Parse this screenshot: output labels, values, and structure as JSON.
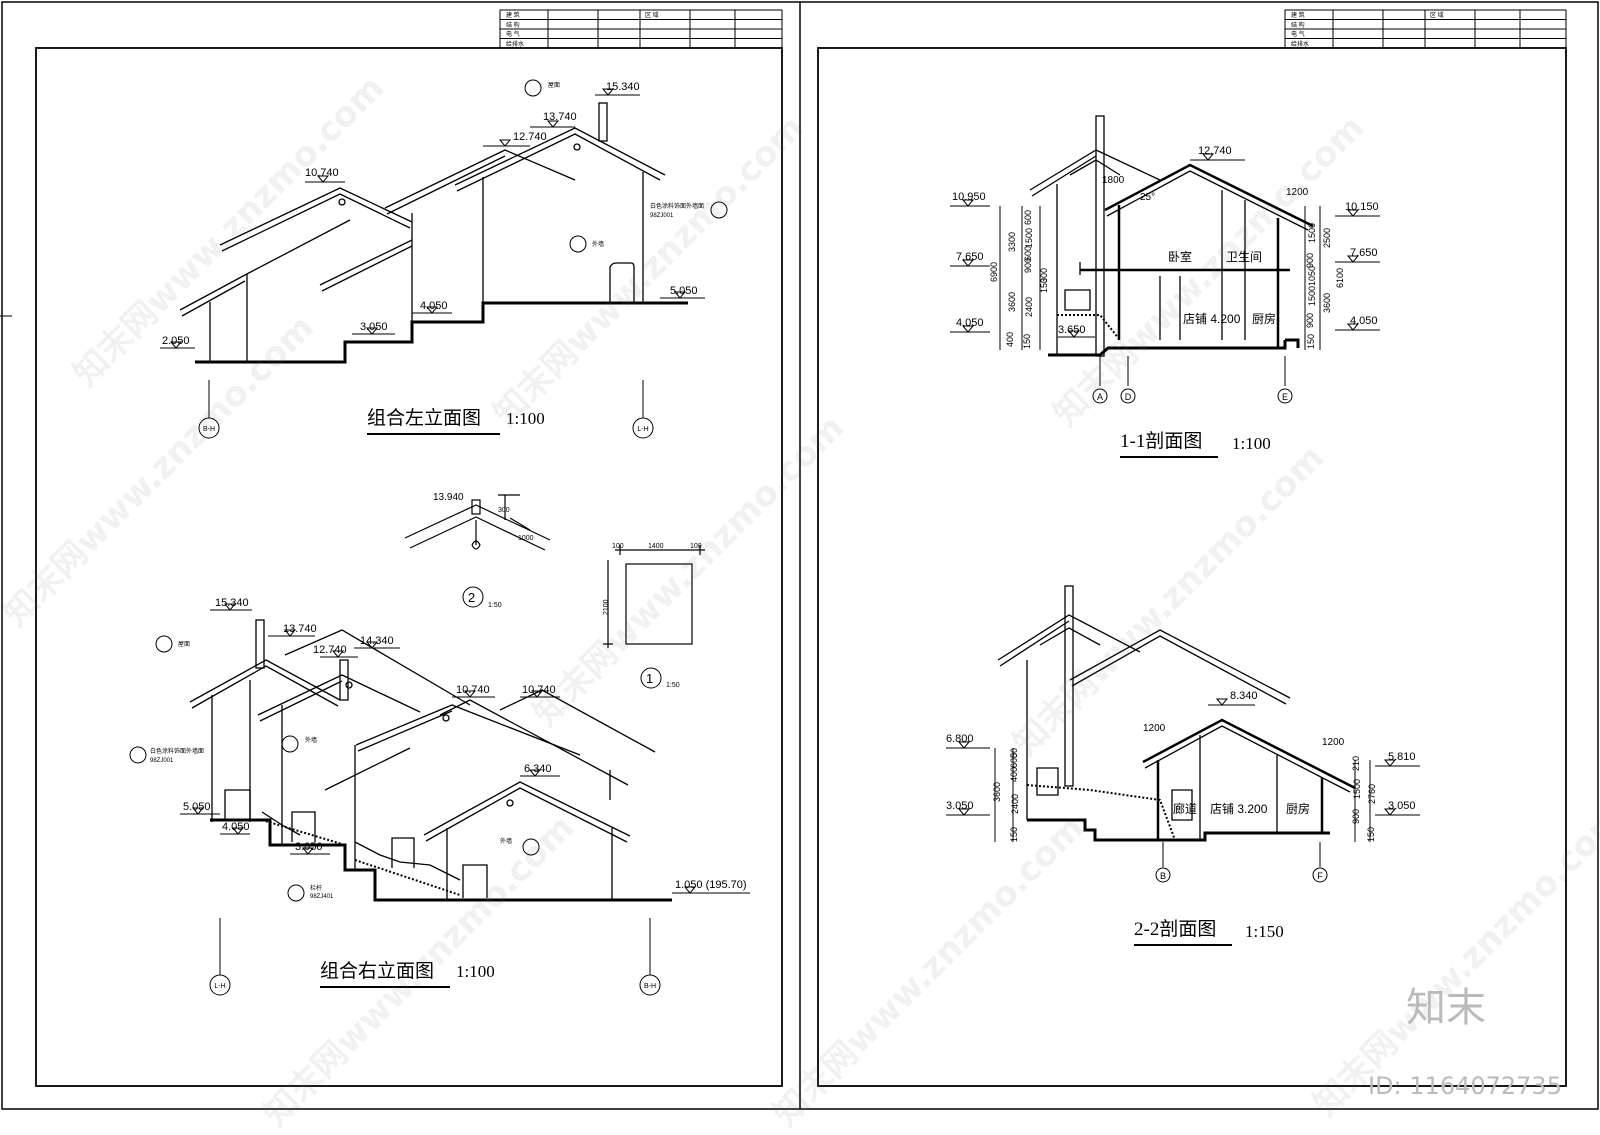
{
  "drawings": {
    "left_elevation": {
      "title": "组合左立面图",
      "scale": "1:100",
      "levels": [
        "2.050",
        "3.050",
        "4.050",
        "5.050",
        "10.740",
        "12.740",
        "13.740",
        "15.340"
      ],
      "axis_left": "B-H",
      "axis_right": "L-H"
    },
    "right_elevation": {
      "title": "组合右立面图",
      "scale": "1:100",
      "levels": [
        "15.340",
        "13.740",
        "12.740",
        "14.340",
        "10.740",
        "10.740",
        "6.340",
        "5.050",
        "4.050",
        "3.050",
        "1.050 (195.70)"
      ],
      "axis_left": "L-H",
      "axis_right": "B-H"
    },
    "detail_2": {
      "marker": "2",
      "scale": "1:50",
      "level": "13.940",
      "dim_a": "300",
      "dim_b": "1000"
    },
    "detail_1": {
      "marker": "1",
      "scale": "1:50",
      "dims_top": [
        "100",
        "1400",
        "100"
      ],
      "dim_side": "2100",
      "dim_top_side": "100"
    },
    "section_1_1": {
      "title": "1-1剖面图",
      "scale": "1:100",
      "levels": [
        "12.740",
        "10.950",
        "7.650",
        "4.050",
        "3.650",
        "10.150",
        "7.650",
        "4.050"
      ],
      "rooms": [
        "卧室",
        "卫生间",
        "店铺 4.200",
        "厨房"
      ],
      "dims_left_outer": [
        "3300",
        "6900",
        "3600",
        "400"
      ],
      "dims_left_inner": [
        "600",
        "1500",
        "600",
        "900",
        "300",
        "150",
        "2400",
        "150"
      ],
      "dims_right": [
        "1500",
        "2500",
        "900",
        "1050",
        "1500",
        "900",
        "3600",
        "6100",
        "150"
      ],
      "dim_top": "1200",
      "dim_ridge": "1800",
      "angle": "25°",
      "axes": [
        "A",
        "D",
        "E"
      ]
    },
    "section_2_2": {
      "title": "2-2剖面图",
      "scale": "1:150",
      "levels": [
        "8.340",
        "6.800",
        "3.050",
        "5.810",
        "3.050"
      ],
      "rooms": [
        "廊道",
        "店铺 3.200",
        "厨房"
      ],
      "dims_left": [
        "600",
        "400",
        "50",
        "3600",
        "2400",
        "150"
      ],
      "dims_right": [
        "210",
        "1500",
        "2760",
        "900",
        "150"
      ],
      "dim_a": "1200",
      "dim_b": "1200",
      "axes": [
        "B",
        "F"
      ]
    }
  },
  "title_block": {
    "rows": [
      "建 筑",
      "结 构",
      "电 气",
      "给排水"
    ],
    "col_label": "区 域"
  },
  "notes": {
    "roof": "屋面",
    "wall": "外墙",
    "finish": "白色涂料饰面外墙面",
    "code": "98ZJ001",
    "rail": "栏杆",
    "rail_code": "98ZJ401"
  },
  "watermark": {
    "text": "知末网www.znzmo.com",
    "logo": "知末",
    "id": "ID: 1164072735"
  }
}
